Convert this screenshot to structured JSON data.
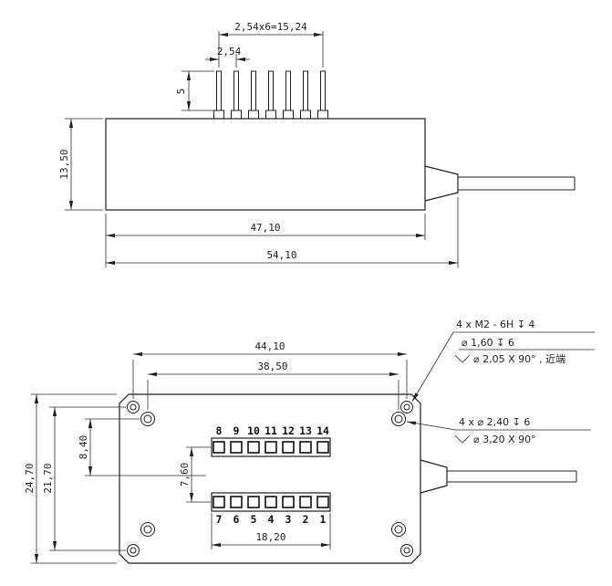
{
  "top_view": {
    "dims": {
      "pin_span": "2,54x6=15,24",
      "pin_pitch": "2,54",
      "pin_height": "5",
      "body_height": "13,50",
      "body_length": "47,10",
      "total_length": "54,10"
    }
  },
  "bottom_view": {
    "dims": {
      "body_width": "44,10",
      "hole_span_h": "38,50",
      "body_height": "24,70",
      "hole_span_v": "21,70",
      "hole_to_center": "8,40",
      "row_spacing": "7,60",
      "pad_span": "18,20"
    },
    "pin_numbers_top": [
      "8",
      "9",
      "10",
      "11",
      "12",
      "13",
      "14"
    ],
    "pin_numbers_bottom": [
      "7",
      "6",
      "5",
      "4",
      "3",
      "2",
      "1"
    ]
  },
  "notes": {
    "thread_note": {
      "line1": "4 x M2 - 6H ↧ 4",
      "line2": "⌀ 1,60 ↧ 6",
      "line3": "⌀ 2,05 X 90° , 近端"
    },
    "hole_note": {
      "line1": "4 x ⌀ 2,40 ↧ 6",
      "line2": "⌀ 3,20 X 90°"
    }
  },
  "colors": {
    "line": "#1f1f1f",
    "background": "#ffffff"
  }
}
